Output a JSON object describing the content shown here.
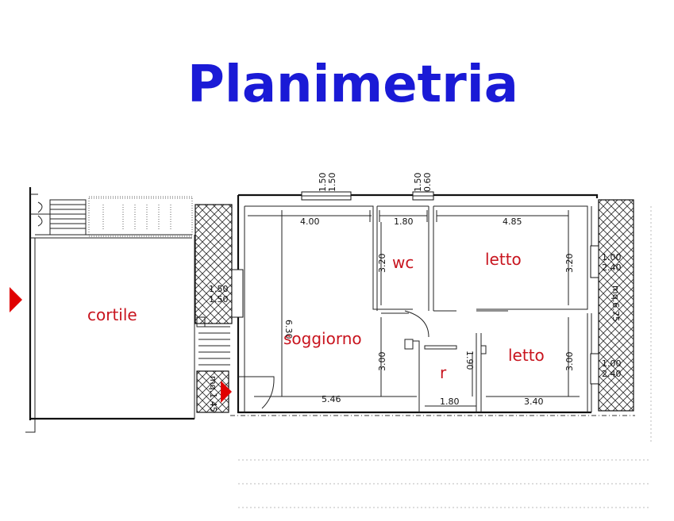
{
  "title": "Planimetria",
  "rooms": {
    "cortile": "cortile",
    "soggiorno": "soggiorno",
    "wc": "wc",
    "letto_top": "letto",
    "letto_bottom": "letto",
    "r": "r"
  },
  "dimensions": {
    "window_top_left_a": "1.50",
    "window_top_left_b": "1.50",
    "window_top_right_a": "0.60",
    "window_top_right_b": "1.50",
    "soggiorno_width": "4.00",
    "wc_width": "1.80",
    "letto_top_width": "4.85",
    "wc_depth": "3.20",
    "letto_top_depth": "3.20",
    "window_left_a": "1.50",
    "window_left_b": "1.50",
    "soggiorno_depth": "6.30",
    "corridor_depth": "3.00",
    "letto_bottom_depth": "3.00",
    "r_depth": "1.90",
    "bottom_width": "5.46",
    "r_width": "1.80",
    "letto_bottom_width": "3.40",
    "window_right_upper_a": "1.00",
    "window_right_upper_b": "2.40",
    "window_right_lower_a": "1.00",
    "window_right_lower_b": "2.40",
    "area_right": "mq.6.75",
    "area_left": "mq.1.45"
  },
  "colors": {
    "title": "#1a1ad6",
    "room_labels": "#c8141e",
    "entrance_markers": "#e00000"
  }
}
